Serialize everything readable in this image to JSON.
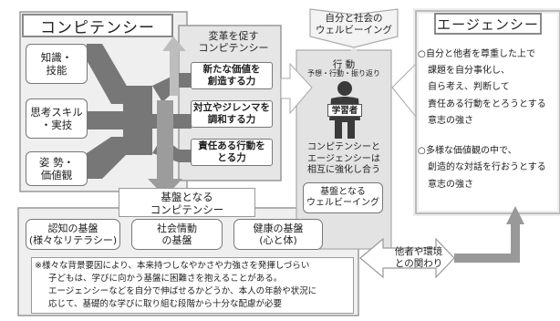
{
  "competency": {
    "title": "コンピテンシー",
    "inputs": [
      "知識・\n技能",
      "思考スキル\n・実技",
      "姿 勢・\n価値観"
    ]
  },
  "transformative": {
    "label": "変革を促す\nコンピテンシー",
    "items": [
      "新たな価値を\n創造する力",
      "対立やジレンマを\n調和する力",
      "責任ある行動を\nとる力"
    ]
  },
  "wellbeing_top": "自分と社会の\nウェルビーイング",
  "center": {
    "action_title": "行 動",
    "action_sub": "予想・行動・振り返り",
    "student": "学習者",
    "mutual": "コンピテンシーと\nエージェンシーは\n相互に強化し合う",
    "foundation_wb": "基盤となる\nウェルビーイング"
  },
  "agency": {
    "title": "エージェンシー",
    "lines1": [
      "自分と他者を尊重した上で",
      "課題を自分事化し、",
      "自ら考え、判断して",
      "責任ある行動をとろうとする",
      "意志の強さ"
    ],
    "lines2": [
      "多様な価値観の中で、",
      "創造的な対話を行おうとする",
      "意志の強さ"
    ]
  },
  "foundation": {
    "label": "基盤となる\nコンピテンシー",
    "items": [
      "認知の基盤\n(様々なリテラシー)",
      "社会情動\nの基盤",
      "健康の基盤\n(心と体)"
    ],
    "note": [
      "※様々な背景要因により、本来持つしなやかさや力強さを発揮しづらい",
      "子どもは、学びに向かう基盤に困難さを抱えることがある。",
      "エージェンシーなどを自分で伸ばせるかどうか、本人の年齢や状況に",
      "応じて、基礎的な学びに取り組む段階から十分な配慮が必要"
    ]
  },
  "others": "他者や環境\nとの関わり"
}
